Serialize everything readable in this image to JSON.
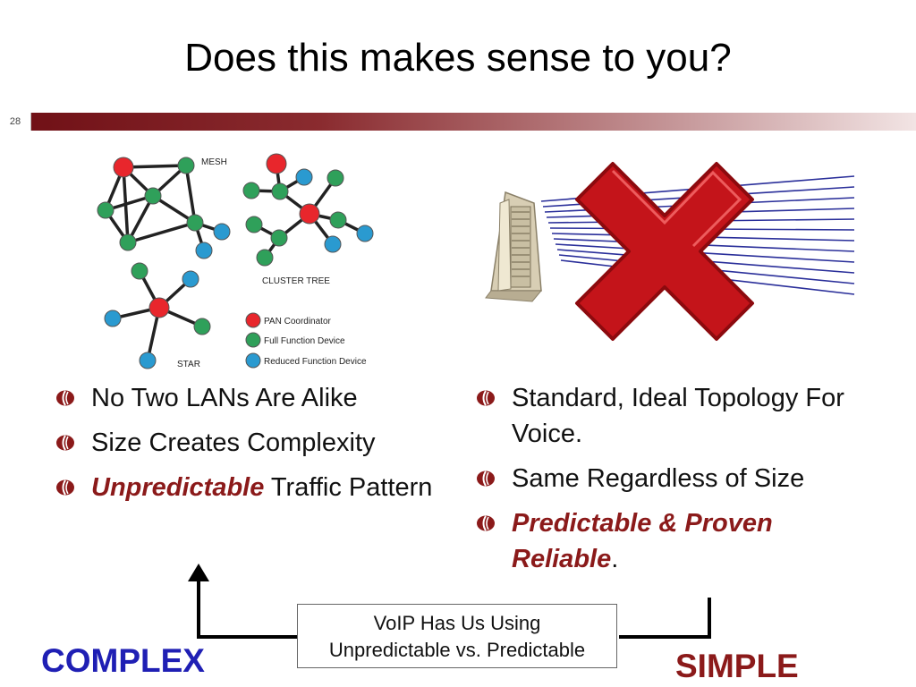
{
  "slide": {
    "title": "Does this makes sense to you?",
    "number": "28"
  },
  "network_diagram": {
    "labels": {
      "mesh": "MESH",
      "cluster_tree": "CLUSTER TREE",
      "star": "STAR"
    },
    "legend": [
      {
        "label": "PAN Coordinator",
        "color": "#e8262c"
      },
      {
        "label": "Full Function Device",
        "color": "#2fa05a"
      },
      {
        "label": "Reduced Function Device",
        "color": "#2a9ad0"
      }
    ]
  },
  "left_bullets": {
    "item1": "No Two LANs Are Alike",
    "item2": "Size Creates Complexity",
    "item3_emphasis": "Unpredictable",
    "item3_rest": " Traffic Pattern"
  },
  "right_bullets": {
    "item1": "Standard, Ideal Topology For Voice.",
    "item2": "Same Regardless of Size",
    "item3_emphasis": "Predictable & Proven Reliable",
    "item3_rest": "."
  },
  "center_box": {
    "line1": "VoIP Has Us Using",
    "line2": "Unpredictable vs. Predictable"
  },
  "labels": {
    "complex": "COMPLEX",
    "simple": "SIMPLE"
  },
  "colors": {
    "complex": "#1f1fb4",
    "simple": "#8b1a1a",
    "emphasis": "#8b1a1a",
    "bar": "#6e0e14"
  }
}
